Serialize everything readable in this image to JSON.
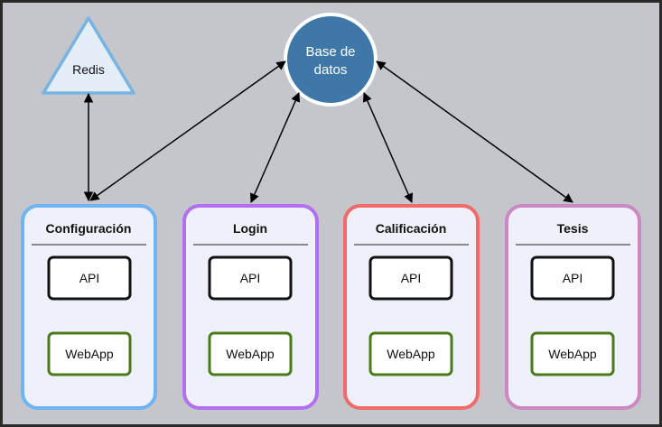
{
  "cache": {
    "label": "Redis"
  },
  "database": {
    "label_line1": "Base de",
    "label_line2": "datos"
  },
  "services": [
    {
      "name": "Configuración",
      "api_label": "API",
      "webapp_label": "WebApp",
      "border_color": "#6fb3f0"
    },
    {
      "name": "Login",
      "api_label": "API",
      "webapp_label": "WebApp",
      "border_color": "#b26ff0"
    },
    {
      "name": "Calificación",
      "api_label": "API",
      "webapp_label": "WebApp",
      "border_color": "#f06a6a"
    },
    {
      "name": "Tesis",
      "api_label": "API",
      "webapp_label": "WebApp",
      "border_color": "#cc88c4"
    }
  ],
  "colors": {
    "background": "#c4c6cc",
    "service_fill": "#eef1fa",
    "database_fill": "#3f78a8",
    "cache_fill": "#e4eef8",
    "cache_border": "#78b4e0",
    "webapp_border": "#4a7a1a",
    "api_border": "#111111"
  }
}
